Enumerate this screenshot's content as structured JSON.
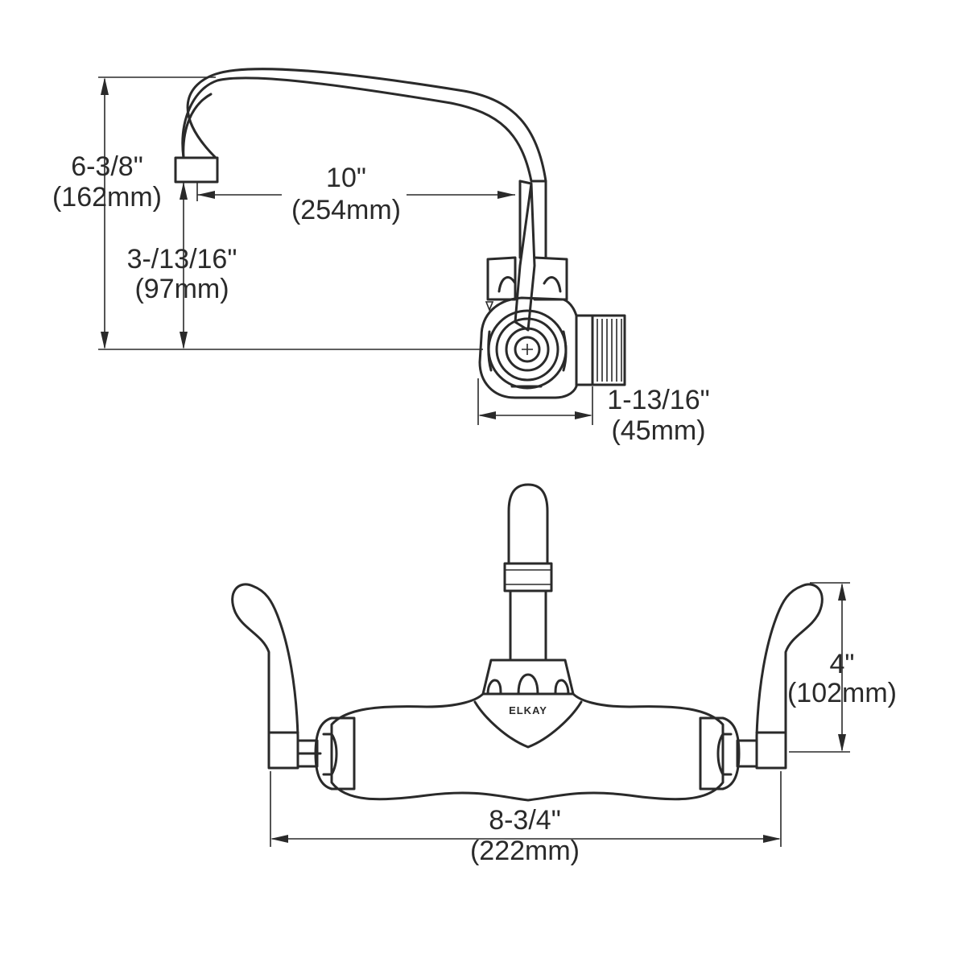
{
  "dimensions": {
    "overall_height": {
      "imperial": "6-3/8\"",
      "metric": "(162mm)"
    },
    "spout_reach": {
      "imperial": "10\"",
      "metric": "(254mm)"
    },
    "spout_height": {
      "imperial": "3-/13/16\"",
      "metric": "(97mm)"
    },
    "body_depth": {
      "imperial": "1-13/16\"",
      "metric": "(45mm)"
    },
    "handle_height": {
      "imperial": "4\"",
      "metric": "(102mm)"
    },
    "center_width": {
      "imperial": "8-3/4\"",
      "metric": "(222mm)"
    }
  },
  "brand_text": "ELKAY",
  "colors": {
    "line": "#2a2a2a",
    "background": "#ffffff"
  }
}
